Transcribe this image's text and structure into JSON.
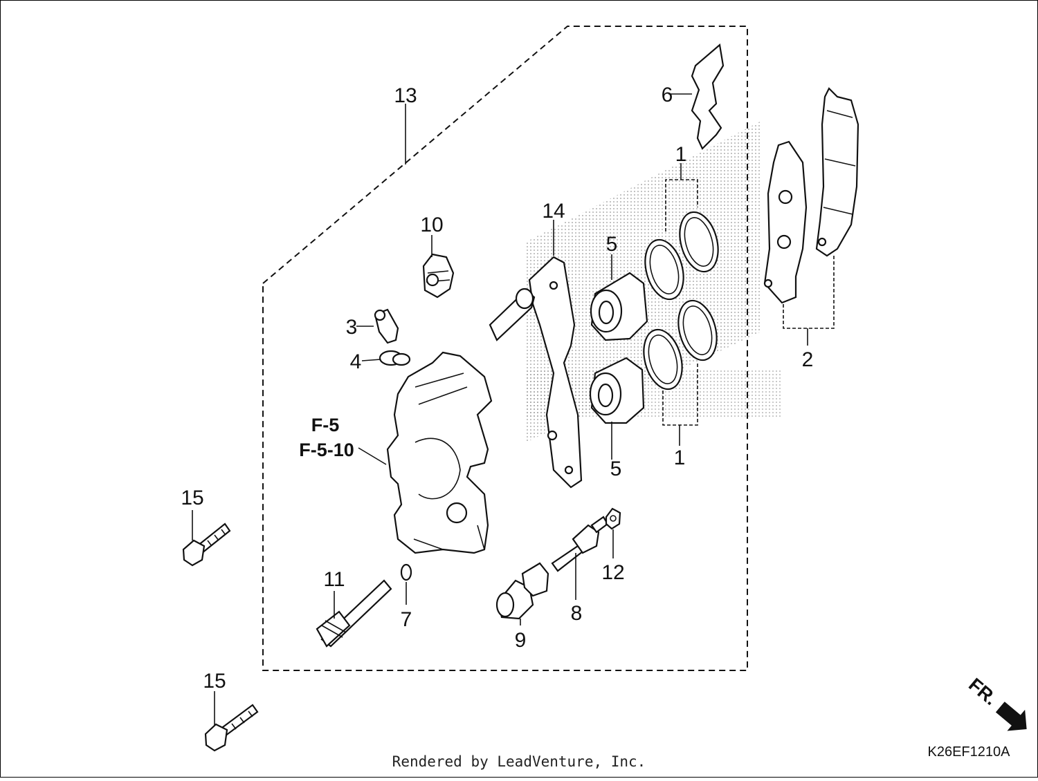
{
  "diagram": {
    "callouts": {
      "c1a": "1",
      "c1b": "1",
      "c2": "2",
      "c3": "3",
      "c4": "4",
      "c5a": "5",
      "c5b": "5",
      "c6": "6",
      "c7": "7",
      "c8": "8",
      "c9": "9",
      "c10": "10",
      "c11": "11",
      "c12": "12",
      "c13": "13",
      "c14": "14",
      "c15a": "15",
      "c15b": "15"
    },
    "reference_labels": [
      "F-5",
      "F-5-10"
    ],
    "direction_label": "FR.",
    "diagram_code": "K26EF1210A"
  },
  "footer": {
    "credit": "Rendered by LeadVenture, Inc."
  }
}
